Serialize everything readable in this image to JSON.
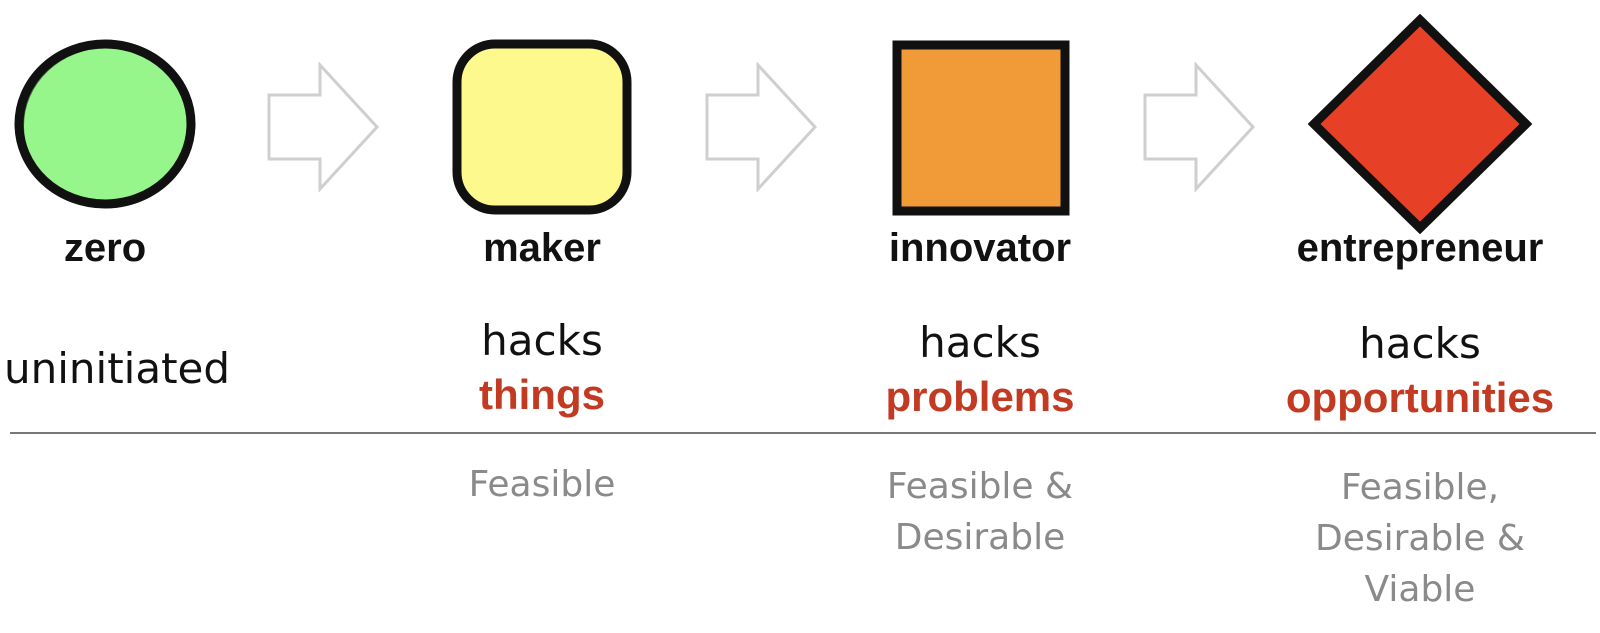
{
  "colors": {
    "zero_fill": "#96f58b",
    "maker_fill": "#fdf98c",
    "innovator_fill": "#f09b38",
    "entrepreneur_fill": "#e64127",
    "outline": "#111111",
    "accent_text": "#c23a22",
    "arrow_stroke": "#cfcfcf",
    "criteria_text": "#8a8a8a"
  },
  "stages": [
    {
      "title": "zero",
      "shape": "circle-icon",
      "description": "uninitiated"
    },
    {
      "title": "maker",
      "shape": "rounded-square-icon",
      "verb": "hacks",
      "object": "things",
      "criteria": [
        "Feasible"
      ]
    },
    {
      "title": "innovator",
      "shape": "square-icon",
      "verb": "hacks",
      "object": "problems",
      "criteria": [
        "Feasible &",
        "Desirable"
      ]
    },
    {
      "title": "entrepreneur",
      "shape": "diamond-icon",
      "verb": "hacks",
      "object": "opportunities",
      "criteria": [
        "Feasible,",
        "Desirable &",
        "Viable"
      ]
    }
  ],
  "connectors": [
    "arrow-right-icon",
    "arrow-right-icon",
    "arrow-right-icon"
  ]
}
